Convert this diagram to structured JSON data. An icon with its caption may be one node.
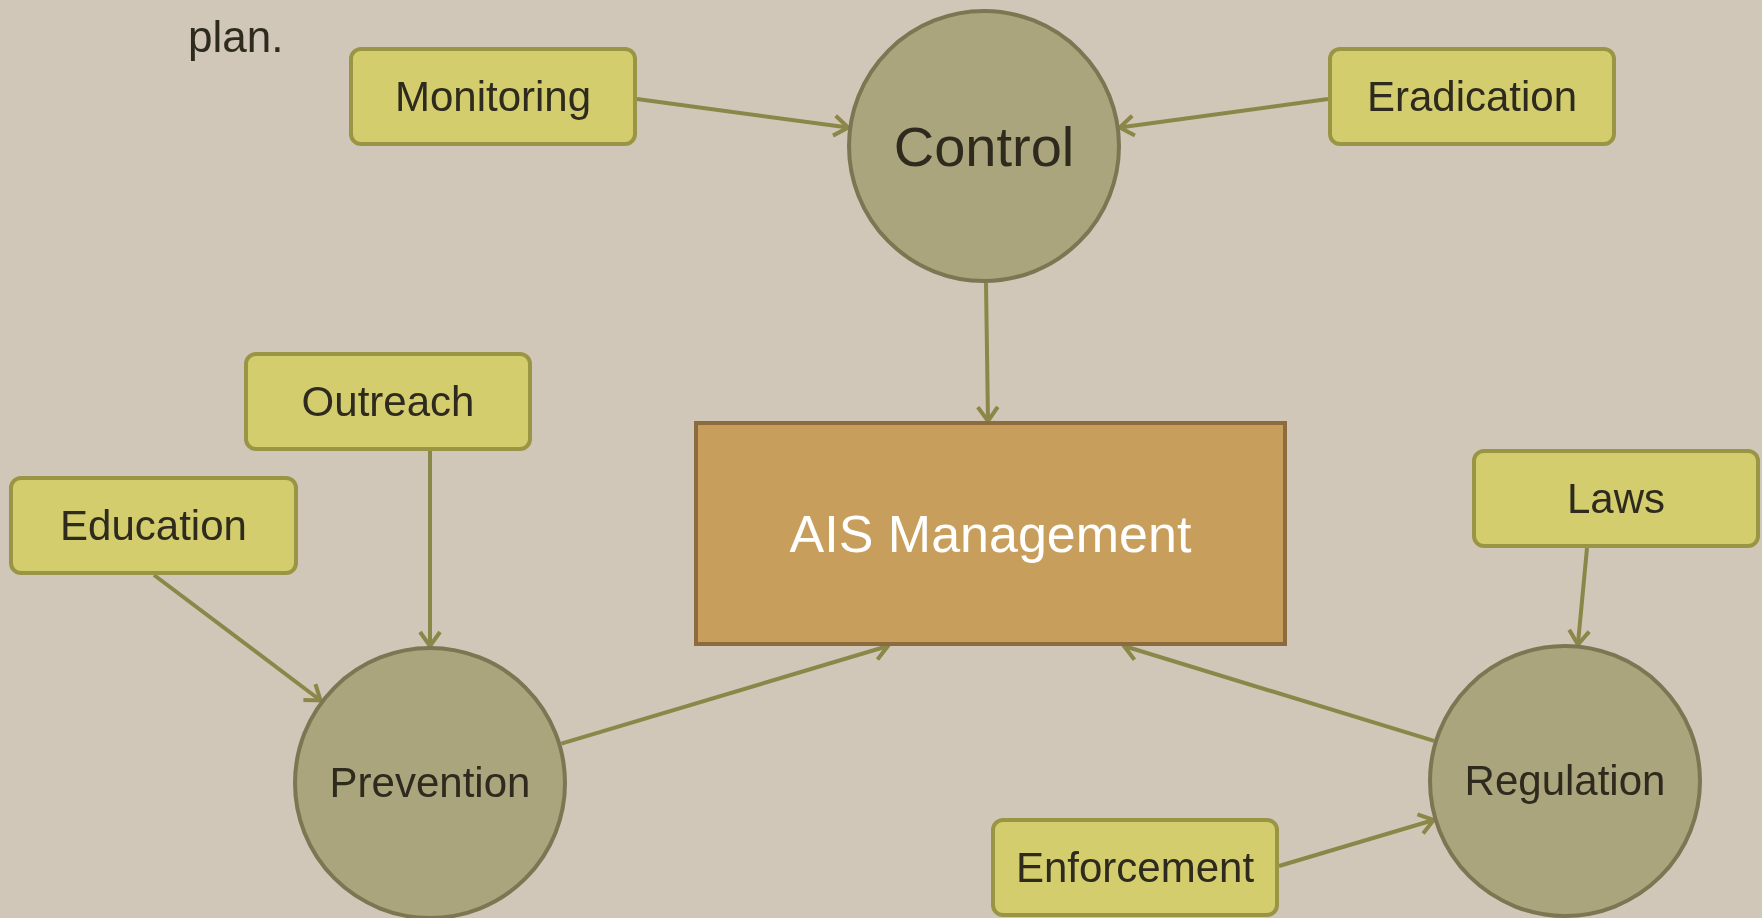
{
  "diagram": {
    "nodes": [
      {
        "text": [
          "Monitoring"
        ]
      },
      {
        "text": [
          "Control"
        ]
      },
      {
        "text": [
          "Eradication"
        ]
      },
      {
        "text": [
          "Outreach"
        ]
      },
      {
        "text": [
          "Education"
        ]
      },
      {
        "text": [
          "AIS Management"
        ]
      },
      {
        "text": [
          "Laws"
        ]
      },
      {
        "text": [
          "Prevention"
        ]
      },
      {
        "text": [
          "Regulation"
        ]
      },
      {
        "text": [
          "Enforcement"
        ]
      }
    ],
    "edges": [
      {
        "from": 0,
        "to": 1,
        "arrow": "to"
      },
      {
        "from": 2,
        "to": 1,
        "arrow": "to"
      },
      {
        "from": 1,
        "to": 5,
        "arrow": "to"
      },
      {
        "from": 3,
        "to": 7,
        "arrow": "to"
      },
      {
        "from": 4,
        "to": 7,
        "arrow": "to"
      },
      {
        "from": 7,
        "to": 5,
        "arrow": "to"
      },
      {
        "from": 6,
        "to": 8,
        "arrow": "to"
      },
      {
        "from": 8,
        "to": 5,
        "arrow": "to"
      },
      {
        "from": 9,
        "to": 8,
        "arrow": "to"
      }
    ],
    "labels": [
      "plan."
    ]
  }
}
